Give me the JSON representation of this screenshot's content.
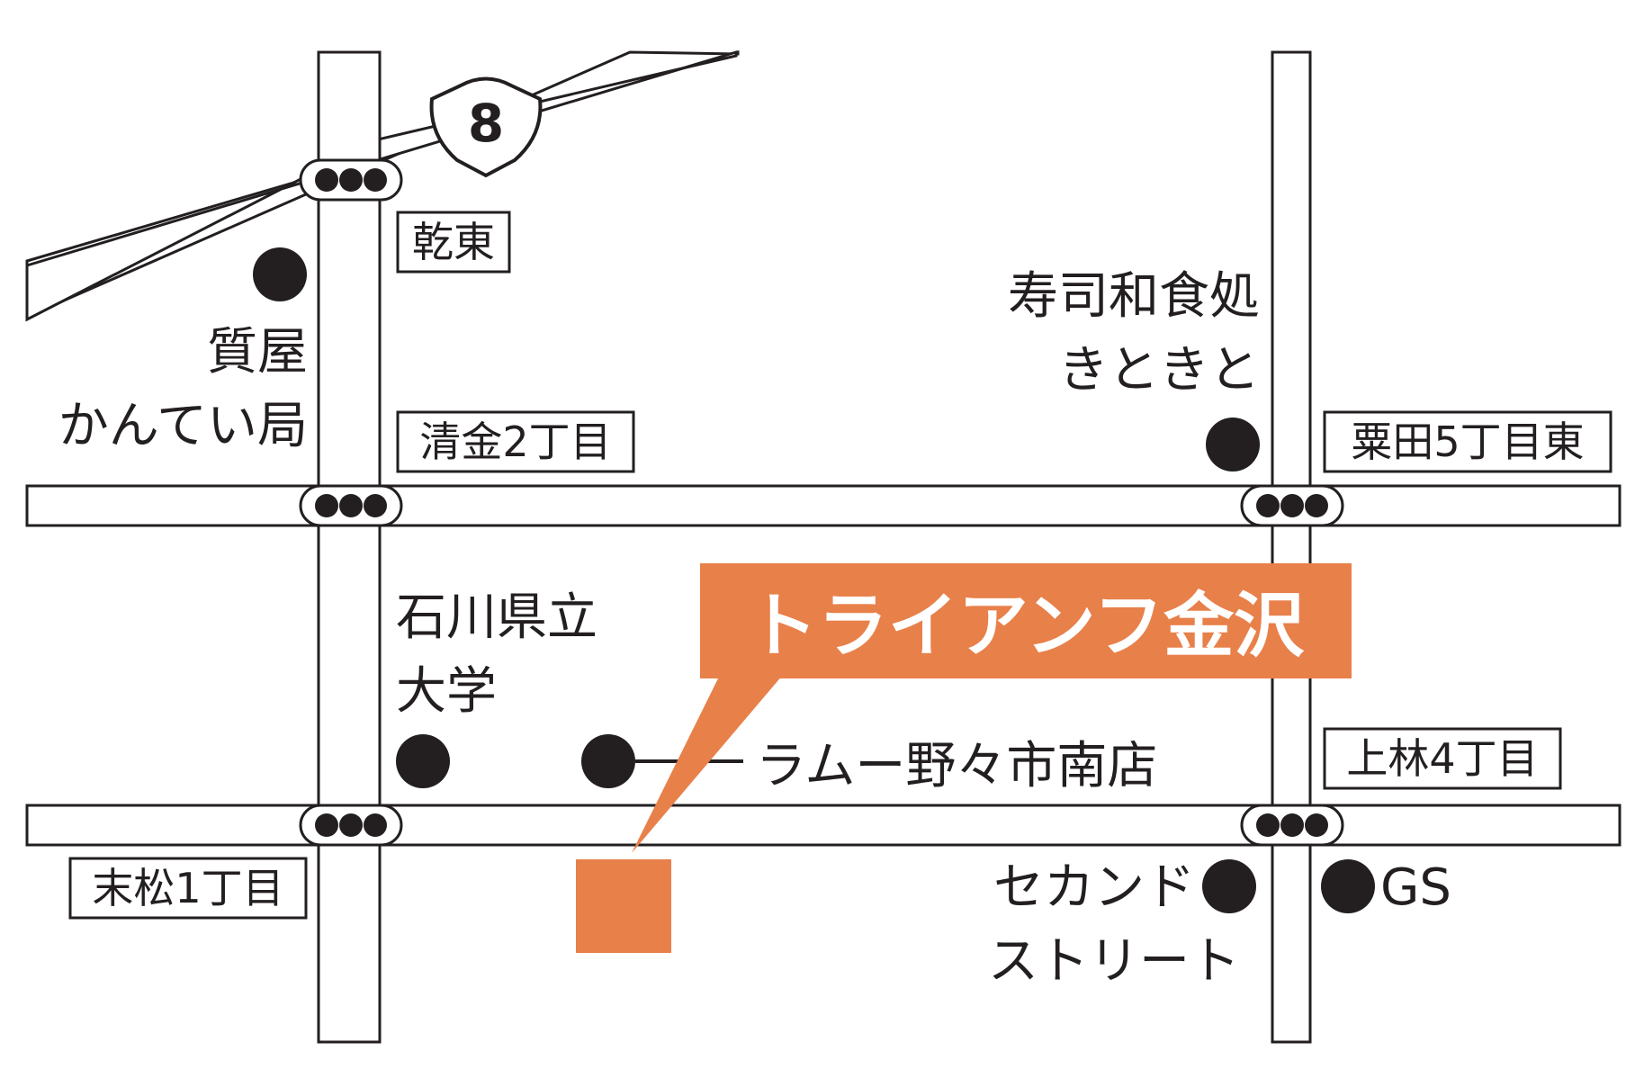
{
  "route": {
    "number": "8"
  },
  "intersections": {
    "kenhigashi": "乾東",
    "seikin_2": "清金2丁目",
    "awada_5_higashi": "粟田5丁目東",
    "kamibayashi_4": "上林4丁目",
    "suematsu_1": "末松1丁目"
  },
  "landmarks": {
    "pawnshop_line1": "質屋",
    "pawnshop_line2": "かんてい局",
    "sushi_line1": "寿司和食処",
    "sushi_line2": "きときと",
    "university_line1": "石川県立",
    "university_line2": "大学",
    "ramen": "ラムー野々市南店",
    "second_street_line1": "セカンド",
    "second_street_line2": "ストリート",
    "gas_station": "GS"
  },
  "destination": {
    "name": "トライアンフ金沢"
  },
  "colors": {
    "accent": "#e8804a",
    "ink": "#231f20",
    "background": "#ffffff"
  }
}
